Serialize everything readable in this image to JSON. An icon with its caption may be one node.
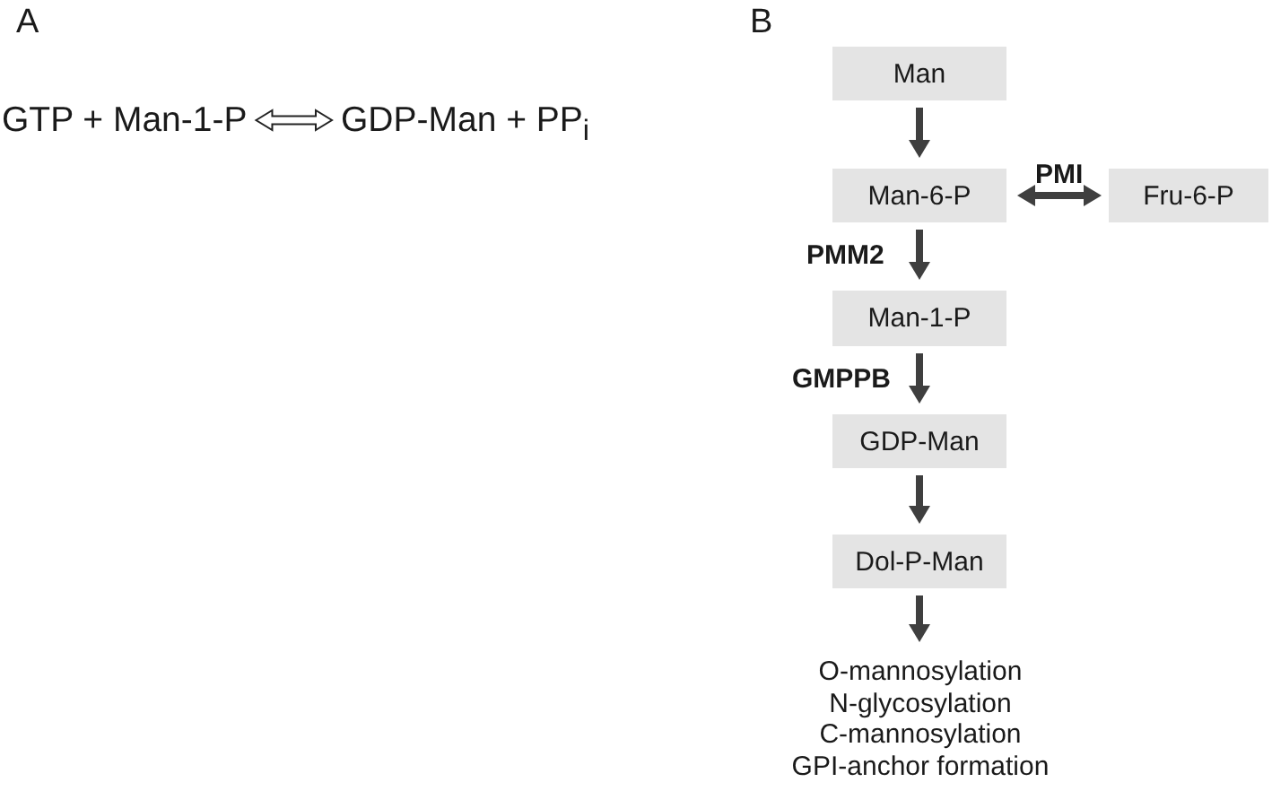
{
  "diagram": {
    "nodes": [
      {
        "text": [
          "GTP + Man-1-P"
        ]
      },
      {
        "text": [
          "GDP-Man + PP$_{i}$"
        ]
      },
      {
        "text": [
          "Man"
        ]
      },
      {
        "text": [
          "Man-6-P"
        ]
      },
      {
        "text": [
          "Fru-6-P"
        ]
      },
      {
        "text": [
          "Man-1-P"
        ]
      },
      {
        "text": [
          "GDP-Man"
        ]
      },
      {
        "text": [
          "Dol-P-Man"
        ]
      },
      {
        "text": [
          "O-mannosylation",
          "N-glycosylation",
          "C-mannosylation",
          "GPI-anchor formation"
        ]
      }
    ],
    "edges": [
      {
        "from": 0,
        "to": 1,
        "arrow": "both"
      },
      {
        "from": 2,
        "to": 3,
        "arrow": "to"
      },
      {
        "from": 3,
        "to": 4,
        "arrow": "both",
        "label": "PMI"
      },
      {
        "from": 3,
        "to": 5,
        "arrow": "to",
        "label": "PMM2"
      },
      {
        "from": 5,
        "to": 6,
        "arrow": "to",
        "label": "GMPPB"
      },
      {
        "from": 6,
        "to": 7,
        "arrow": "to"
      },
      {
        "from": 7,
        "to": 8,
        "arrow": "to"
      }
    ],
    "labels": [
      "A",
      "B"
    ]
  }
}
